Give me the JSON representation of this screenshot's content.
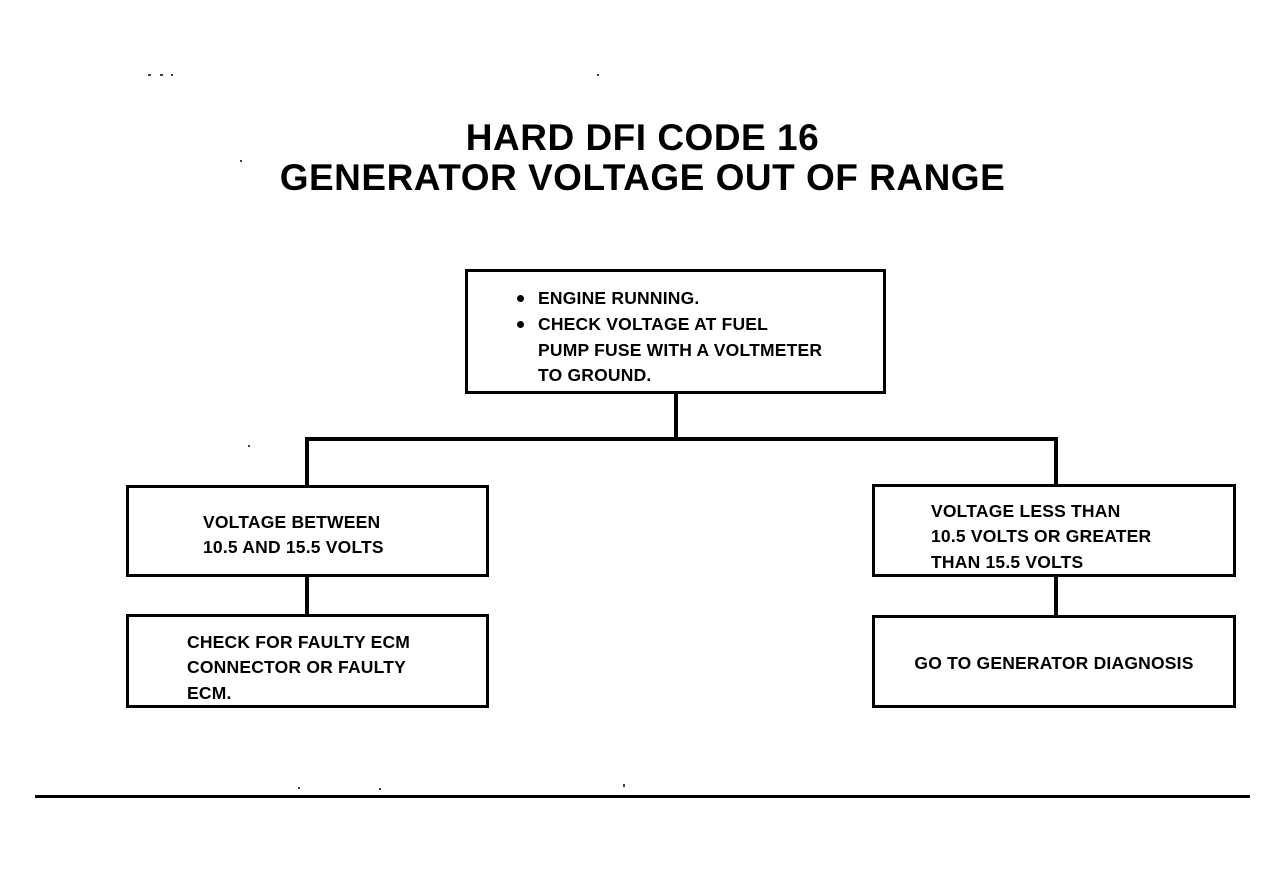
{
  "document": {
    "title_line_1": "HARD DFI CODE 16",
    "title_line_2": "GENERATOR VOLTAGE OUT OF RANGE"
  },
  "flowchart": {
    "type": "diagnostic-flowchart",
    "nodes": [
      {
        "id": "start",
        "role": "test-step",
        "bullets": [
          "ENGINE RUNNING.",
          "CHECK VOLTAGE AT FUEL\nPUMP FUSE WITH A VOLTMETER\nTO GROUND."
        ]
      },
      {
        "id": "branch-left",
        "role": "condition",
        "text": "VOLTAGE BETWEEN\n10.5 AND 15.5 VOLTS"
      },
      {
        "id": "branch-right",
        "role": "condition",
        "text": "VOLTAGE LESS THAN\n10.5 VOLTS OR GREATER\nTHAN 15.5 VOLTS"
      },
      {
        "id": "action-left",
        "role": "action",
        "text": "CHECK FOR FAULTY ECM\nCONNECTOR OR FAULTY\nECM."
      },
      {
        "id": "action-right",
        "role": "action",
        "text": "GO TO GENERATOR DIAGNOSIS"
      }
    ],
    "edges": [
      {
        "from": "start",
        "to": "branch-left"
      },
      {
        "from": "start",
        "to": "branch-right"
      },
      {
        "from": "branch-left",
        "to": "action-left"
      },
      {
        "from": "branch-right",
        "to": "action-right"
      }
    ]
  },
  "colors": {
    "ink": "#000000",
    "page": "#ffffff"
  }
}
